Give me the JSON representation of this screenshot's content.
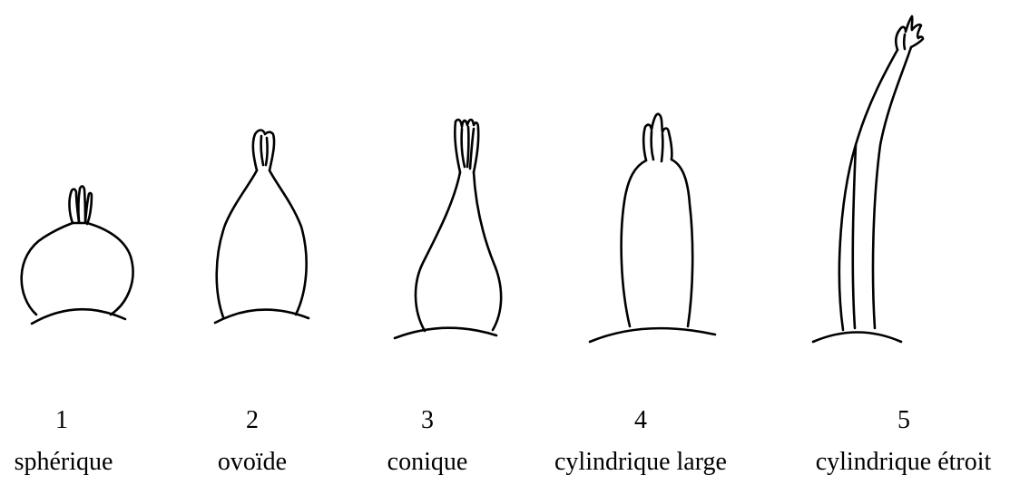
{
  "figures": [
    {
      "number": "1",
      "name": "sphérique"
    },
    {
      "number": "2",
      "name": "ovoïde"
    },
    {
      "number": "3",
      "name": "conique"
    },
    {
      "number": "4",
      "name": "cylindrique large"
    },
    {
      "number": "5",
      "name": "cylindrique étroit"
    }
  ],
  "colors": {
    "stroke": "#000000",
    "background": "#ffffff"
  }
}
